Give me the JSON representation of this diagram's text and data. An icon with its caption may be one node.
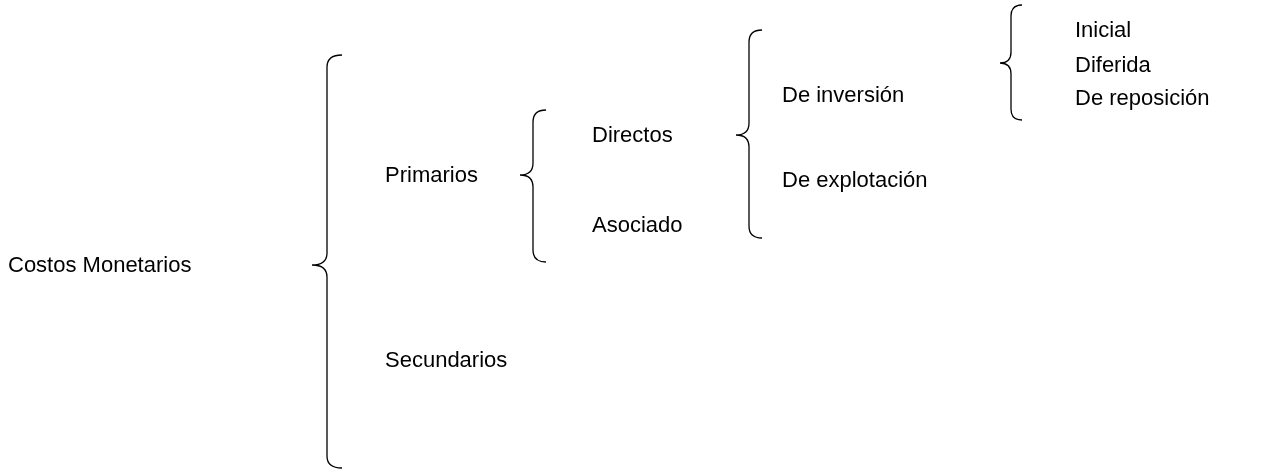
{
  "diagram": {
    "nodes": [
      {
        "text": [
          "Costos Monetarios"
        ]
      },
      {
        "text": [
          "Primarios"
        ]
      },
      {
        "text": [
          "Secundarios"
        ]
      },
      {
        "text": [
          "Directos"
        ]
      },
      {
        "text": [
          "Asociado"
        ]
      },
      {
        "text": [
          "De inversión"
        ]
      },
      {
        "text": [
          "De explotación"
        ]
      },
      {
        "text": [
          "Inicial"
        ]
      },
      {
        "text": [
          "Diferida"
        ]
      },
      {
        "text": [
          "De reposición"
        ]
      }
    ]
  }
}
